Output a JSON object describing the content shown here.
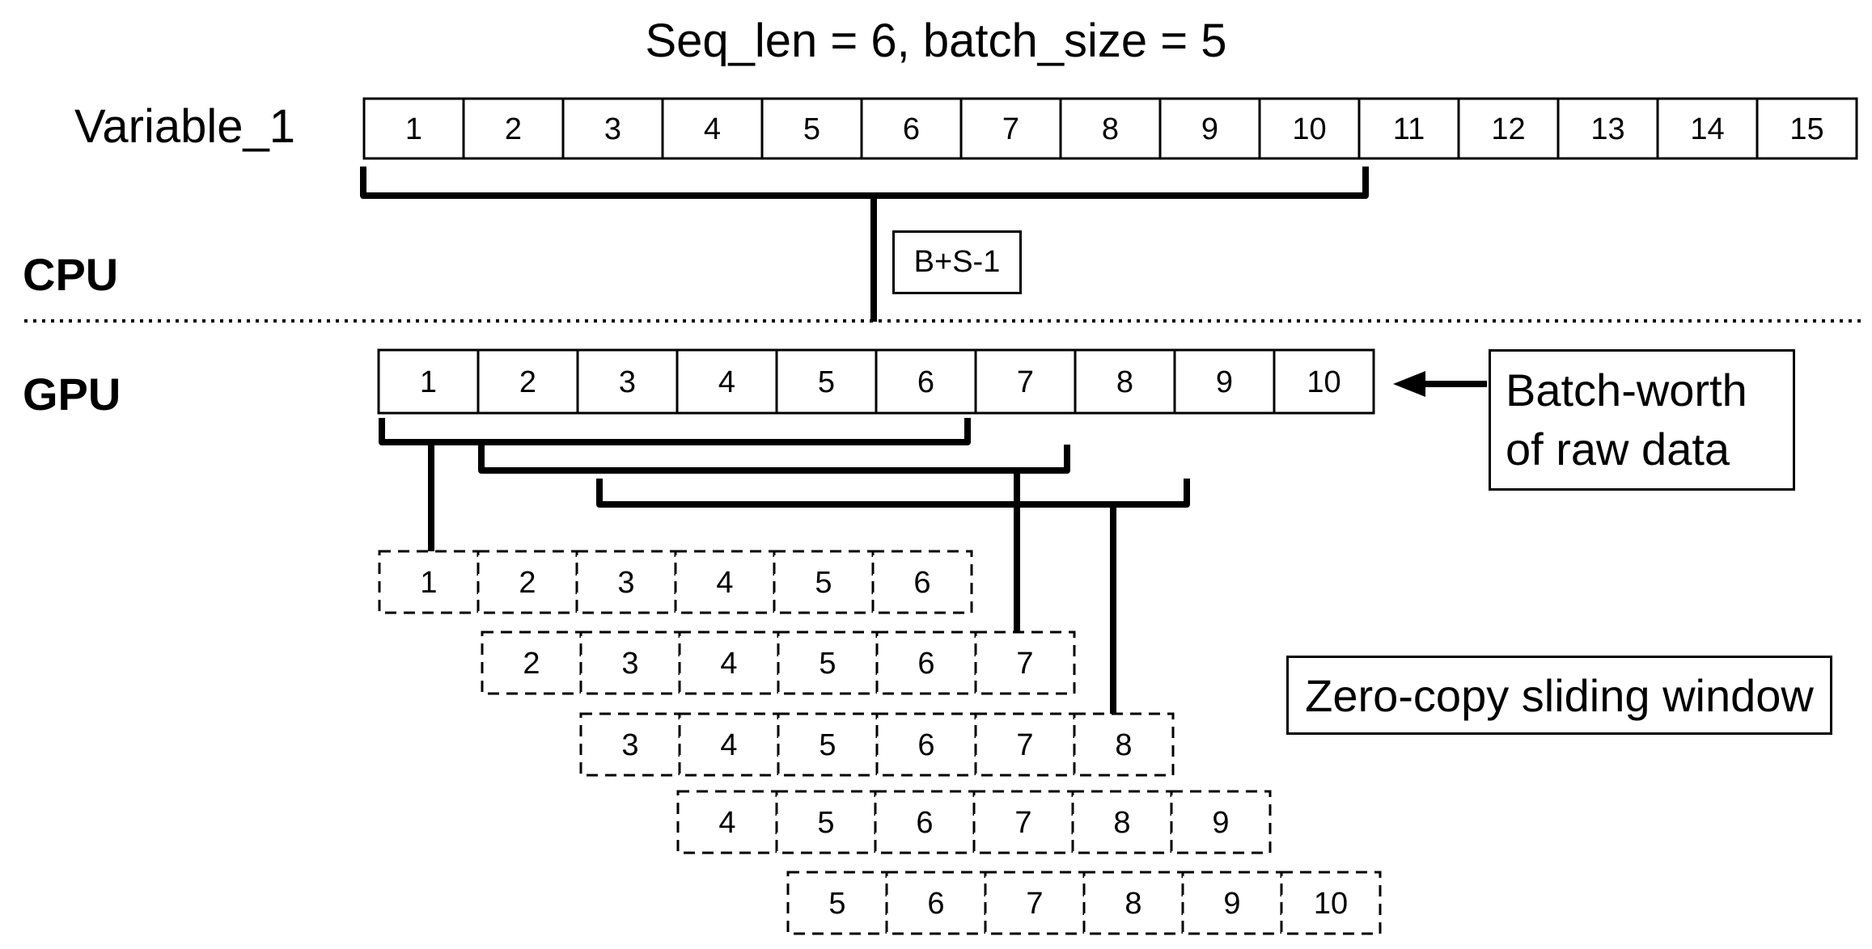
{
  "title": "Seq_len = 6, batch_size = 5",
  "variable_label": "Variable_1",
  "cpu_label": "CPU",
  "gpu_label": "GPU",
  "variable_cells": [
    "1",
    "2",
    "3",
    "4",
    "5",
    "6",
    "7",
    "8",
    "9",
    "10",
    "11",
    "12",
    "13",
    "14",
    "15"
  ],
  "cpu_selection_count": 10,
  "cpu_transfer_label": "B+S-1",
  "gpu_cells": [
    "1",
    "2",
    "3",
    "4",
    "5",
    "6",
    "7",
    "8",
    "9",
    "10"
  ],
  "batch_label_lines": [
    "Batch-worth",
    "of raw data"
  ],
  "windows": [
    [
      "1",
      "2",
      "3",
      "4",
      "5",
      "6"
    ],
    [
      "2",
      "3",
      "4",
      "5",
      "6",
      "7"
    ],
    [
      "3",
      "4",
      "5",
      "6",
      "7",
      "8"
    ],
    [
      "4",
      "5",
      "6",
      "7",
      "8",
      "9"
    ],
    [
      "5",
      "6",
      "7",
      "8",
      "9",
      "10"
    ]
  ],
  "window_label": "Zero-copy sliding window"
}
